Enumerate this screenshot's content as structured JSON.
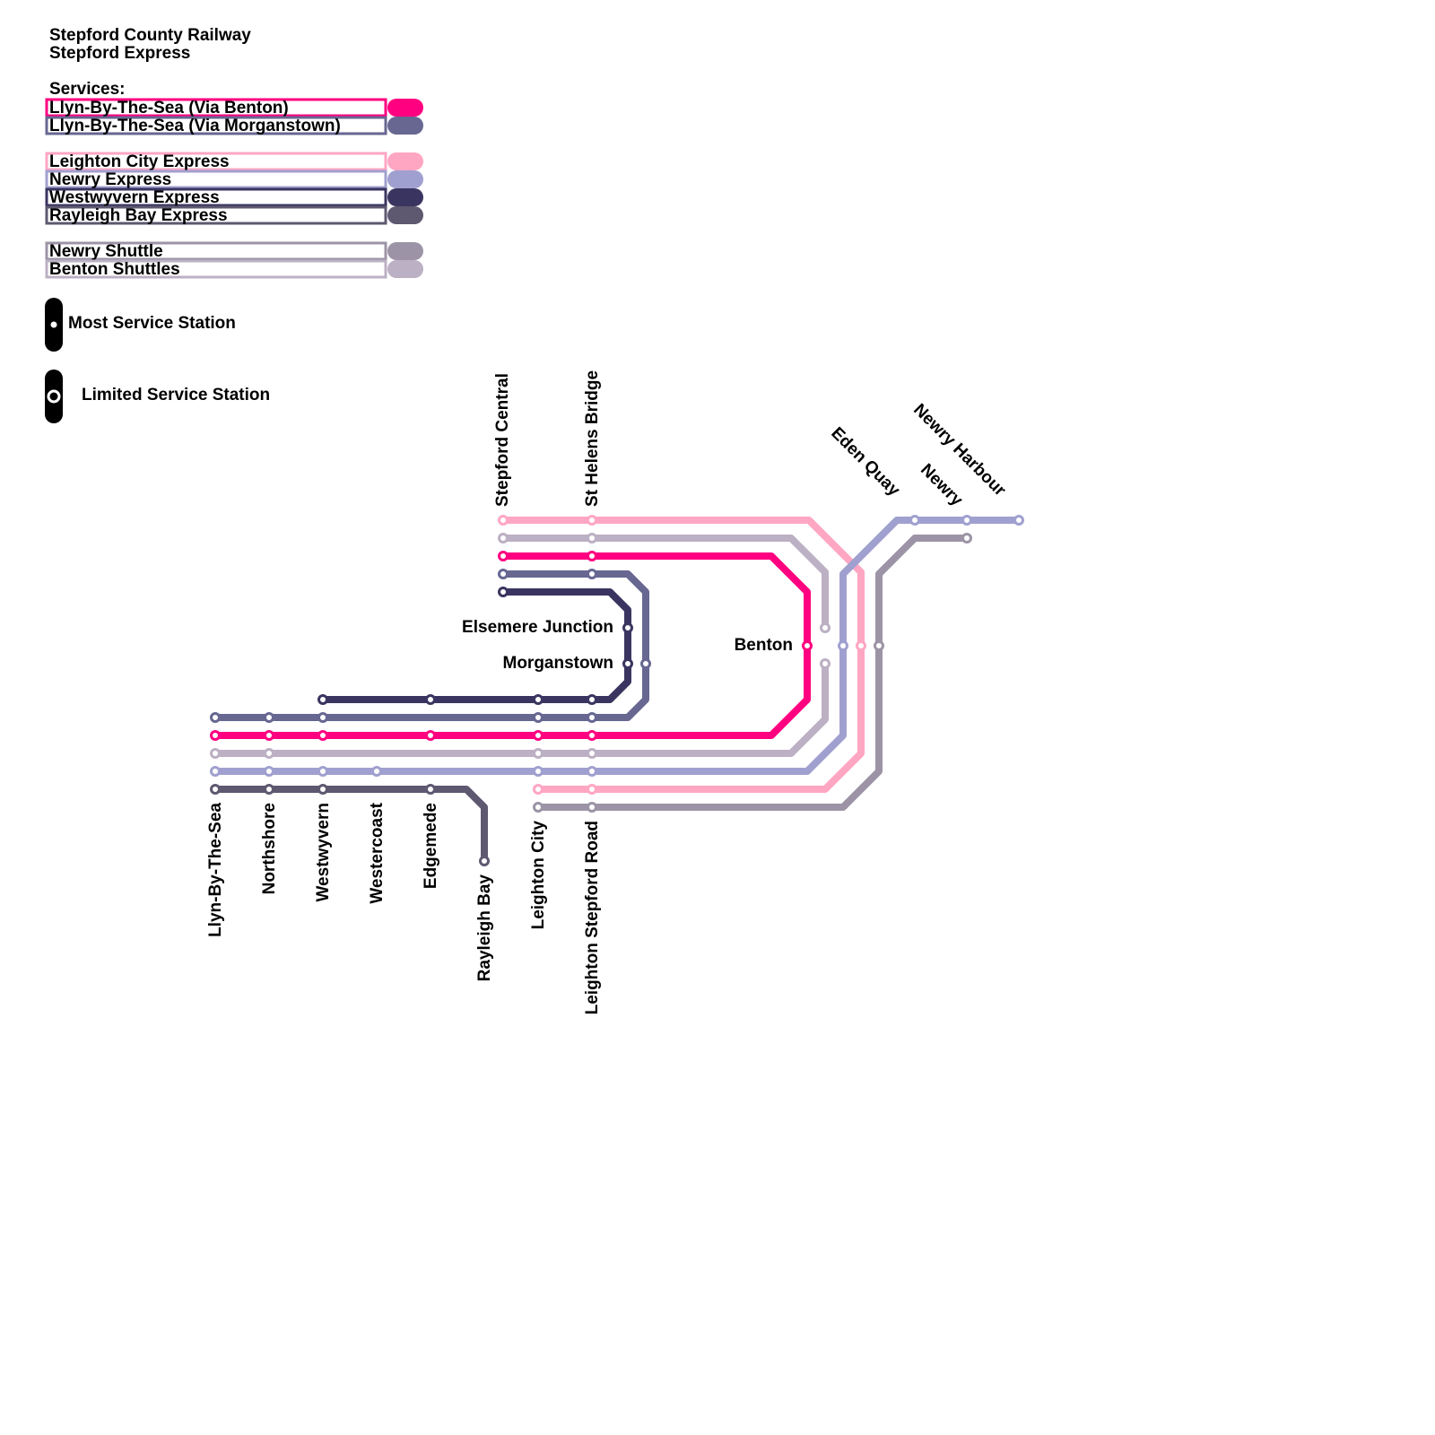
{
  "header": {
    "title": "Stepford County Railway",
    "subtitle": "Stepford Express",
    "services_heading": "Services:"
  },
  "services": [
    {
      "id": "llyn_benton",
      "label": "Llyn-By-The-Sea (Via Benton)",
      "color": "#ff0080"
    },
    {
      "id": "llyn_morganstown",
      "label": "Llyn-By-The-Sea (Via Morganstown)",
      "color": "#676792"
    },
    {
      "id": "leighton_express",
      "label": "Leighton City Express",
      "color": "#ffa6c3"
    },
    {
      "id": "newry_express",
      "label": "Newry Express",
      "color": "#a0a0d0"
    },
    {
      "id": "westwyvern_express",
      "label": "Westwyvern Express",
      "color": "#3a3560"
    },
    {
      "id": "rayleigh_express",
      "label": "Rayleigh Bay Express",
      "color": "#5e5870"
    },
    {
      "id": "newry_shuttle",
      "label": "Newry Shuttle",
      "color": "#9c94a6"
    },
    {
      "id": "benton_shuttles",
      "label": "Benton Shuttles",
      "color": "#bcb0c4"
    }
  ],
  "key": {
    "most": "Most Service Station",
    "limited": "Limited Service Station"
  },
  "stations": {
    "stepford_central": "Stepford Central",
    "st_helens_bridge": "St Helens Bridge",
    "eden_quay": "Eden Quay",
    "newry_harbour": "Newry Harbour",
    "newry": "Newry",
    "elsemere_junction": "Elsemere Junction",
    "morganstown": "Morganstown",
    "benton": "Benton",
    "llyn": "Llyn-By-The-Sea",
    "northshore": "Northshore",
    "westwyvern": "Westwyvern",
    "westercoast": "Westercoast",
    "edgemede": "Edgemede",
    "rayleigh_bay": "Rayleigh Bay",
    "leighton_city": "Leighton City",
    "leighton_stepford_road": "Leighton Stepford Road"
  }
}
